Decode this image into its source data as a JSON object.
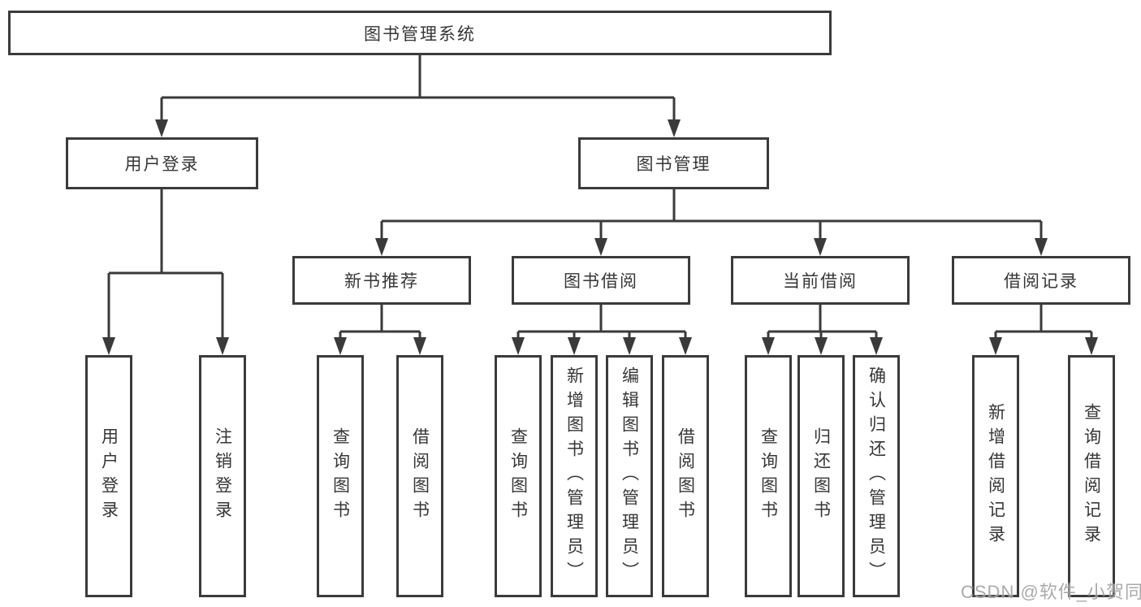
{
  "diagram": {
    "root": {
      "label": "图书管理系统"
    },
    "branches": [
      {
        "label": "用户登录",
        "children": [
          {
            "label": "用户登录"
          },
          {
            "label": "注销登录"
          }
        ]
      },
      {
        "label": "图书管理",
        "children": [
          {
            "label": "新书推荐",
            "children": [
              {
                "label": "查询图书"
              },
              {
                "label": "借阅图书"
              }
            ]
          },
          {
            "label": "图书借阅",
            "children": [
              {
                "label": "查询图书"
              },
              {
                "label": "新增图书（管理员）"
              },
              {
                "label": "编辑图书（管理员）"
              },
              {
                "label": "借阅图书"
              }
            ]
          },
          {
            "label": "当前借阅",
            "children": [
              {
                "label": "查询图书"
              },
              {
                "label": "归还图书"
              },
              {
                "label": "确认归还（管理员）"
              }
            ]
          },
          {
            "label": "借阅记录",
            "children": [
              {
                "label": "新增借阅记录"
              },
              {
                "label": "查询借阅记录"
              }
            ]
          }
        ]
      }
    ]
  },
  "watermark": {
    "text": "CSDN @软件_小贺同学"
  },
  "colors": {
    "line": "#3a3a3a",
    "box_border": "#3b3b3b",
    "text": "#363636",
    "watermark": "#9f9f9f",
    "background": "#ffffff"
  }
}
